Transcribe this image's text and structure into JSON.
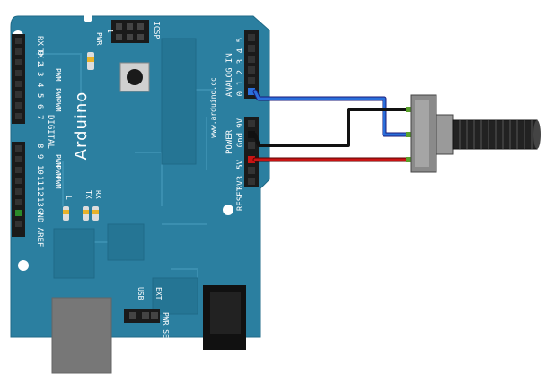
{
  "board": {
    "brand": "Arduino",
    "url": "www.arduino.cc",
    "icsp_label": "ICSP",
    "pwr_led_label": "PWR",
    "digital_label": "DIGITAL",
    "analog_in_label": "ANALOG IN",
    "power_label": "POWER",
    "gnd_aref_label": "GND AREF",
    "led_labels": {
      "l": "L",
      "tx": "TX",
      "rx": "RX"
    },
    "pwr_sel_label": "PWR SEL",
    "usb_label": "USB",
    "ext_label": "EXT",
    "digital_pins": [
      "RX 0",
      "TX 1",
      "2",
      "3",
      "4",
      "5",
      "6",
      "7",
      "8",
      "9",
      "10",
      "11",
      "12",
      "13"
    ],
    "pwm_marks": [
      "PWM",
      "PWM",
      "PWM",
      "PWM",
      "PWM",
      "PWM"
    ],
    "analog_pins": [
      "5",
      "4",
      "3",
      "2",
      "1",
      "0"
    ],
    "power_pins": [
      "9V",
      "Gnd",
      "5V",
      "3V3",
      "RESET"
    ],
    "icsp_pin_one": "1"
  },
  "colors": {
    "board": "#2b7fa0",
    "board_edge": "#1f6a87",
    "header": "#1a1a1a",
    "wire_blue": "#2a6fdb",
    "wire_black": "#111111",
    "wire_red": "#c81414",
    "led_yellow": "#e8b22a",
    "usb_gray": "#777777",
    "pot_gray": "#8a8a8a"
  },
  "wires": [
    {
      "name": "analog-0-wire",
      "color": "blue"
    },
    {
      "name": "gnd-wire",
      "color": "black"
    },
    {
      "name": "5v-wire",
      "color": "red"
    }
  ],
  "potentiometer": {
    "name": "potentiometer"
  }
}
